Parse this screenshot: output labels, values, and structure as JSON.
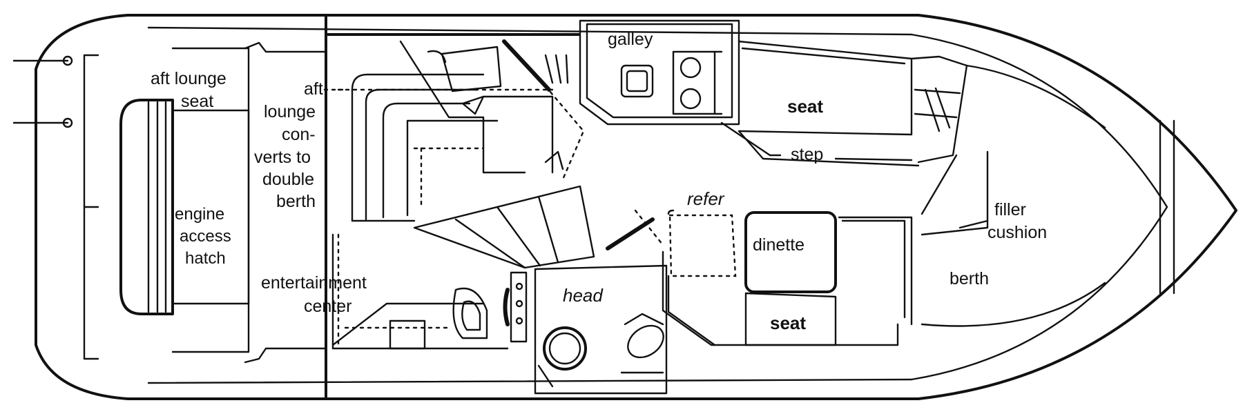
{
  "labels": {
    "galley": "galley",
    "aft_lounge_seat_1": "aft lounge",
    "aft_lounge_seat_2": "seat",
    "aft_lounge_conv_1": "aft",
    "aft_lounge_conv_2": "lounge",
    "aft_lounge_conv_3": "con-",
    "aft_lounge_conv_4": "verts to",
    "aft_lounge_conv_5": "double",
    "aft_lounge_conv_6": "berth",
    "seat_forward": "seat",
    "step": "step",
    "engine_1": "engine",
    "engine_2": "access",
    "engine_3": "hatch",
    "refer": "refer",
    "filler_1": "filler",
    "filler_2": "cushion",
    "dinette": "dinette",
    "berth": "berth",
    "entertainment_1": "entertainment",
    "entertainment_2": "center",
    "head": "head",
    "seat_dinette": "seat"
  }
}
